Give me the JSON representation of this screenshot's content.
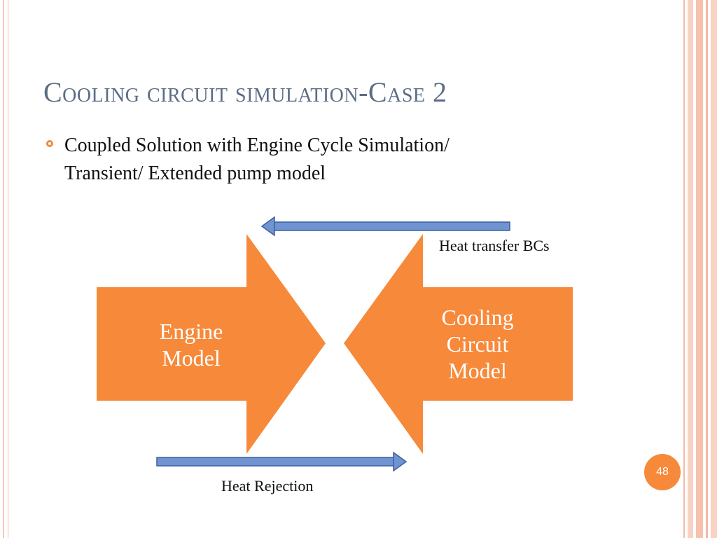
{
  "slide": {
    "title": "Cooling circuit simulation-Case 2",
    "bullet": {
      "line1": "Coupled Solution with Engine Cycle Simulation/",
      "line2": "Transient/ Extended pump model"
    },
    "page_number": "48"
  },
  "diagram": {
    "engine_block": {
      "line1": "Engine",
      "line2": "Model"
    },
    "cooling_block": {
      "line1": "Cooling",
      "line2": "Circuit",
      "line3": "Model"
    },
    "top_arrow_label": "Heat transfer BCs",
    "bottom_arrow_label": "Heat Rejection"
  },
  "colors": {
    "accent_orange": "#f7893a",
    "arrow_blue": "#7093d2",
    "arrow_blue_border": "#3d5f9e",
    "title_color": "#5b6d85"
  }
}
